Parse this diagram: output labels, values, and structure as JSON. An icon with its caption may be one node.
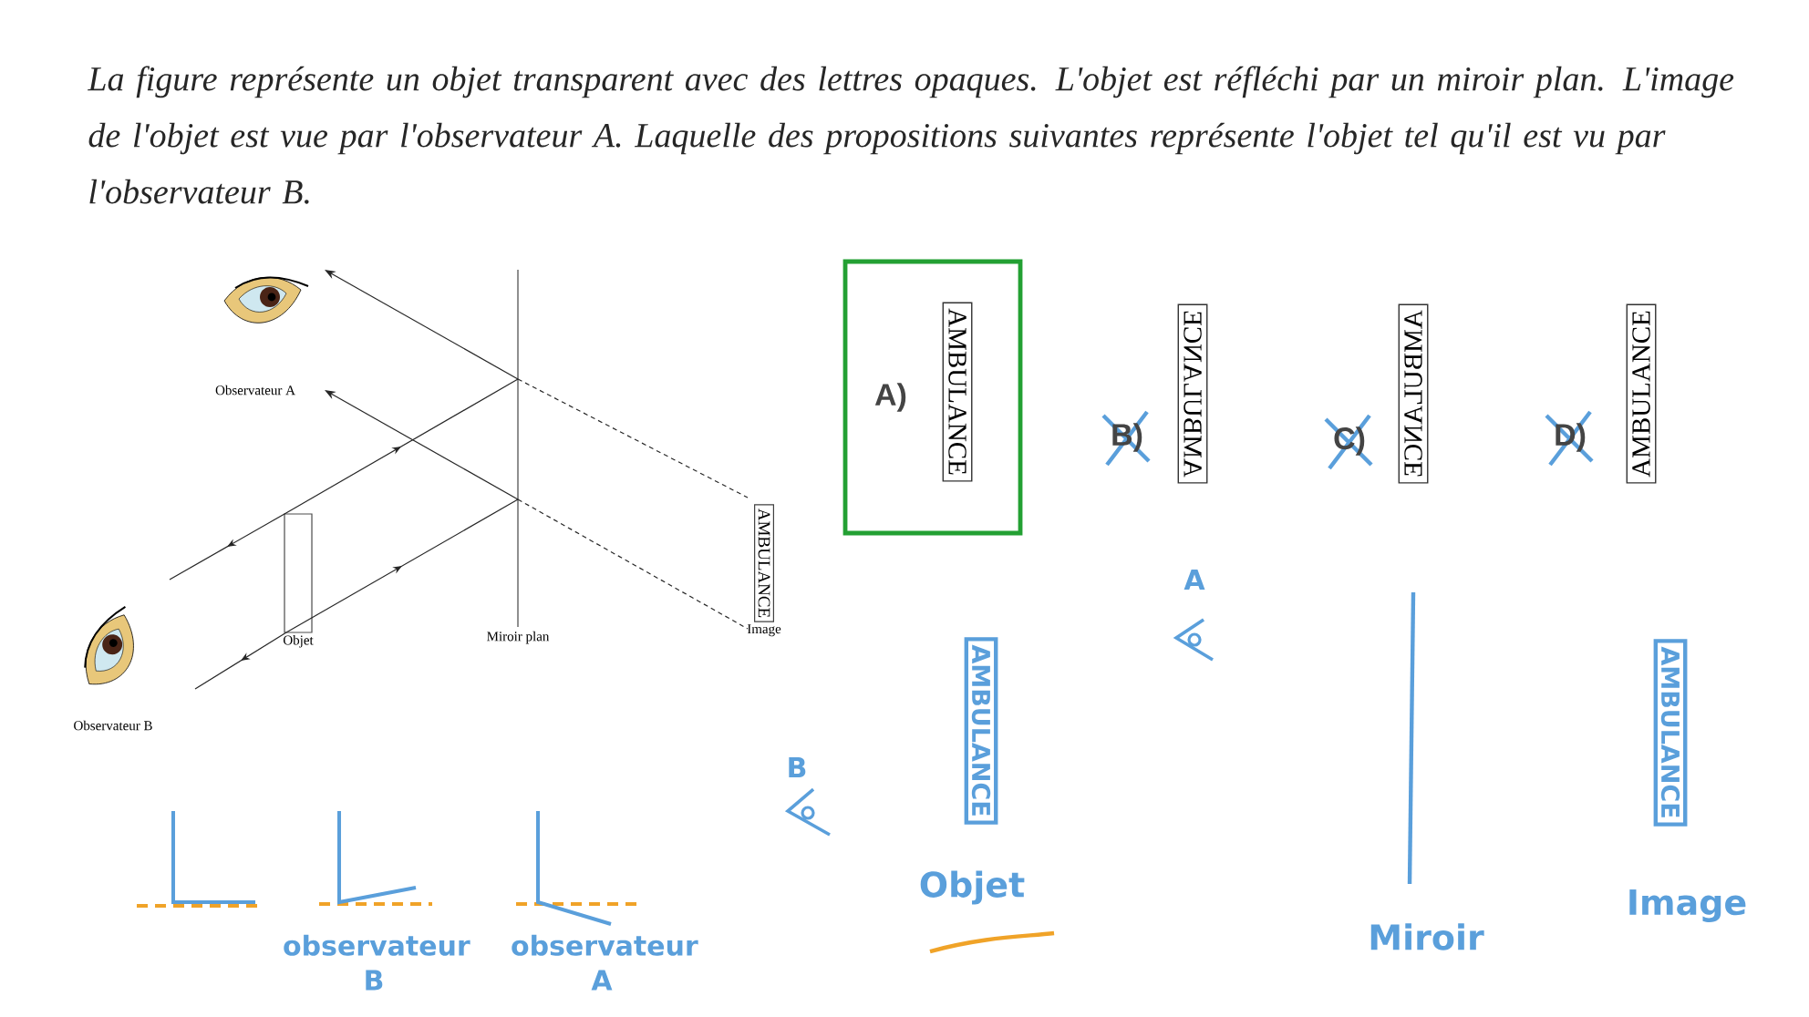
{
  "diagram": {
    "title": "La figure représente un objet transparent avec des lettres opaques. L'objet est réfléchi par un miroir plan. L'image de l'objet est vue par l'observateur A. Laquelle des propositions suivantes représente l'objet tel qu'il est vu par l'observateur B.",
    "nodes": [
      {
        "text": [
          "Observateur A"
        ]
      },
      {
        "text": [
          "Observateur B"
        ]
      },
      {
        "text": [
          "Objet"
        ]
      },
      {
        "text": [
          "Miroir plan"
        ]
      },
      {
        "text": [
          "AMBULANCE",
          "Image"
        ]
      },
      {
        "text": [
          "A)"
        ]
      },
      {
        "text": [
          "AMBULANCE"
        ],
        "in": 5
      },
      {
        "text": [
          "AMBULANCE"
        ]
      },
      {
        "text": [
          "AMBULANCE"
        ]
      },
      {
        "text": [
          "AMBULANCE"
        ]
      },
      {
        "text": [
          "AMBULANCE"
        ],
        "beside": [
          "Objet"
        ]
      },
      {
        "text": [
          "AMBULANCE"
        ],
        "beside": [
          "Image"
        ]
      }
    ],
    "edges": [
      {
        "from": 2,
        "to": 3,
        "arrow": "to"
      },
      {
        "from": 2,
        "to": 3,
        "arrow": "to"
      },
      {
        "from": 3,
        "to": 0,
        "arrow": "to"
      },
      {
        "from": 3,
        "to": 0,
        "arrow": "to"
      },
      {
        "from": 2,
        "to": 1,
        "arrow": "to"
      },
      {
        "from": 2,
        "to": 1,
        "arrow": "to"
      },
      {
        "from": 3,
        "to": 4,
        "arrow": "none",
        "style": "dashed"
      },
      {
        "from": 3,
        "to": 4,
        "arrow": "none",
        "style": "dashed"
      }
    ],
    "labels": [
      "B)",
      "C)",
      "D)",
      "A",
      "B",
      "observateur B",
      "observateur A",
      "Miroir"
    ]
  }
}
